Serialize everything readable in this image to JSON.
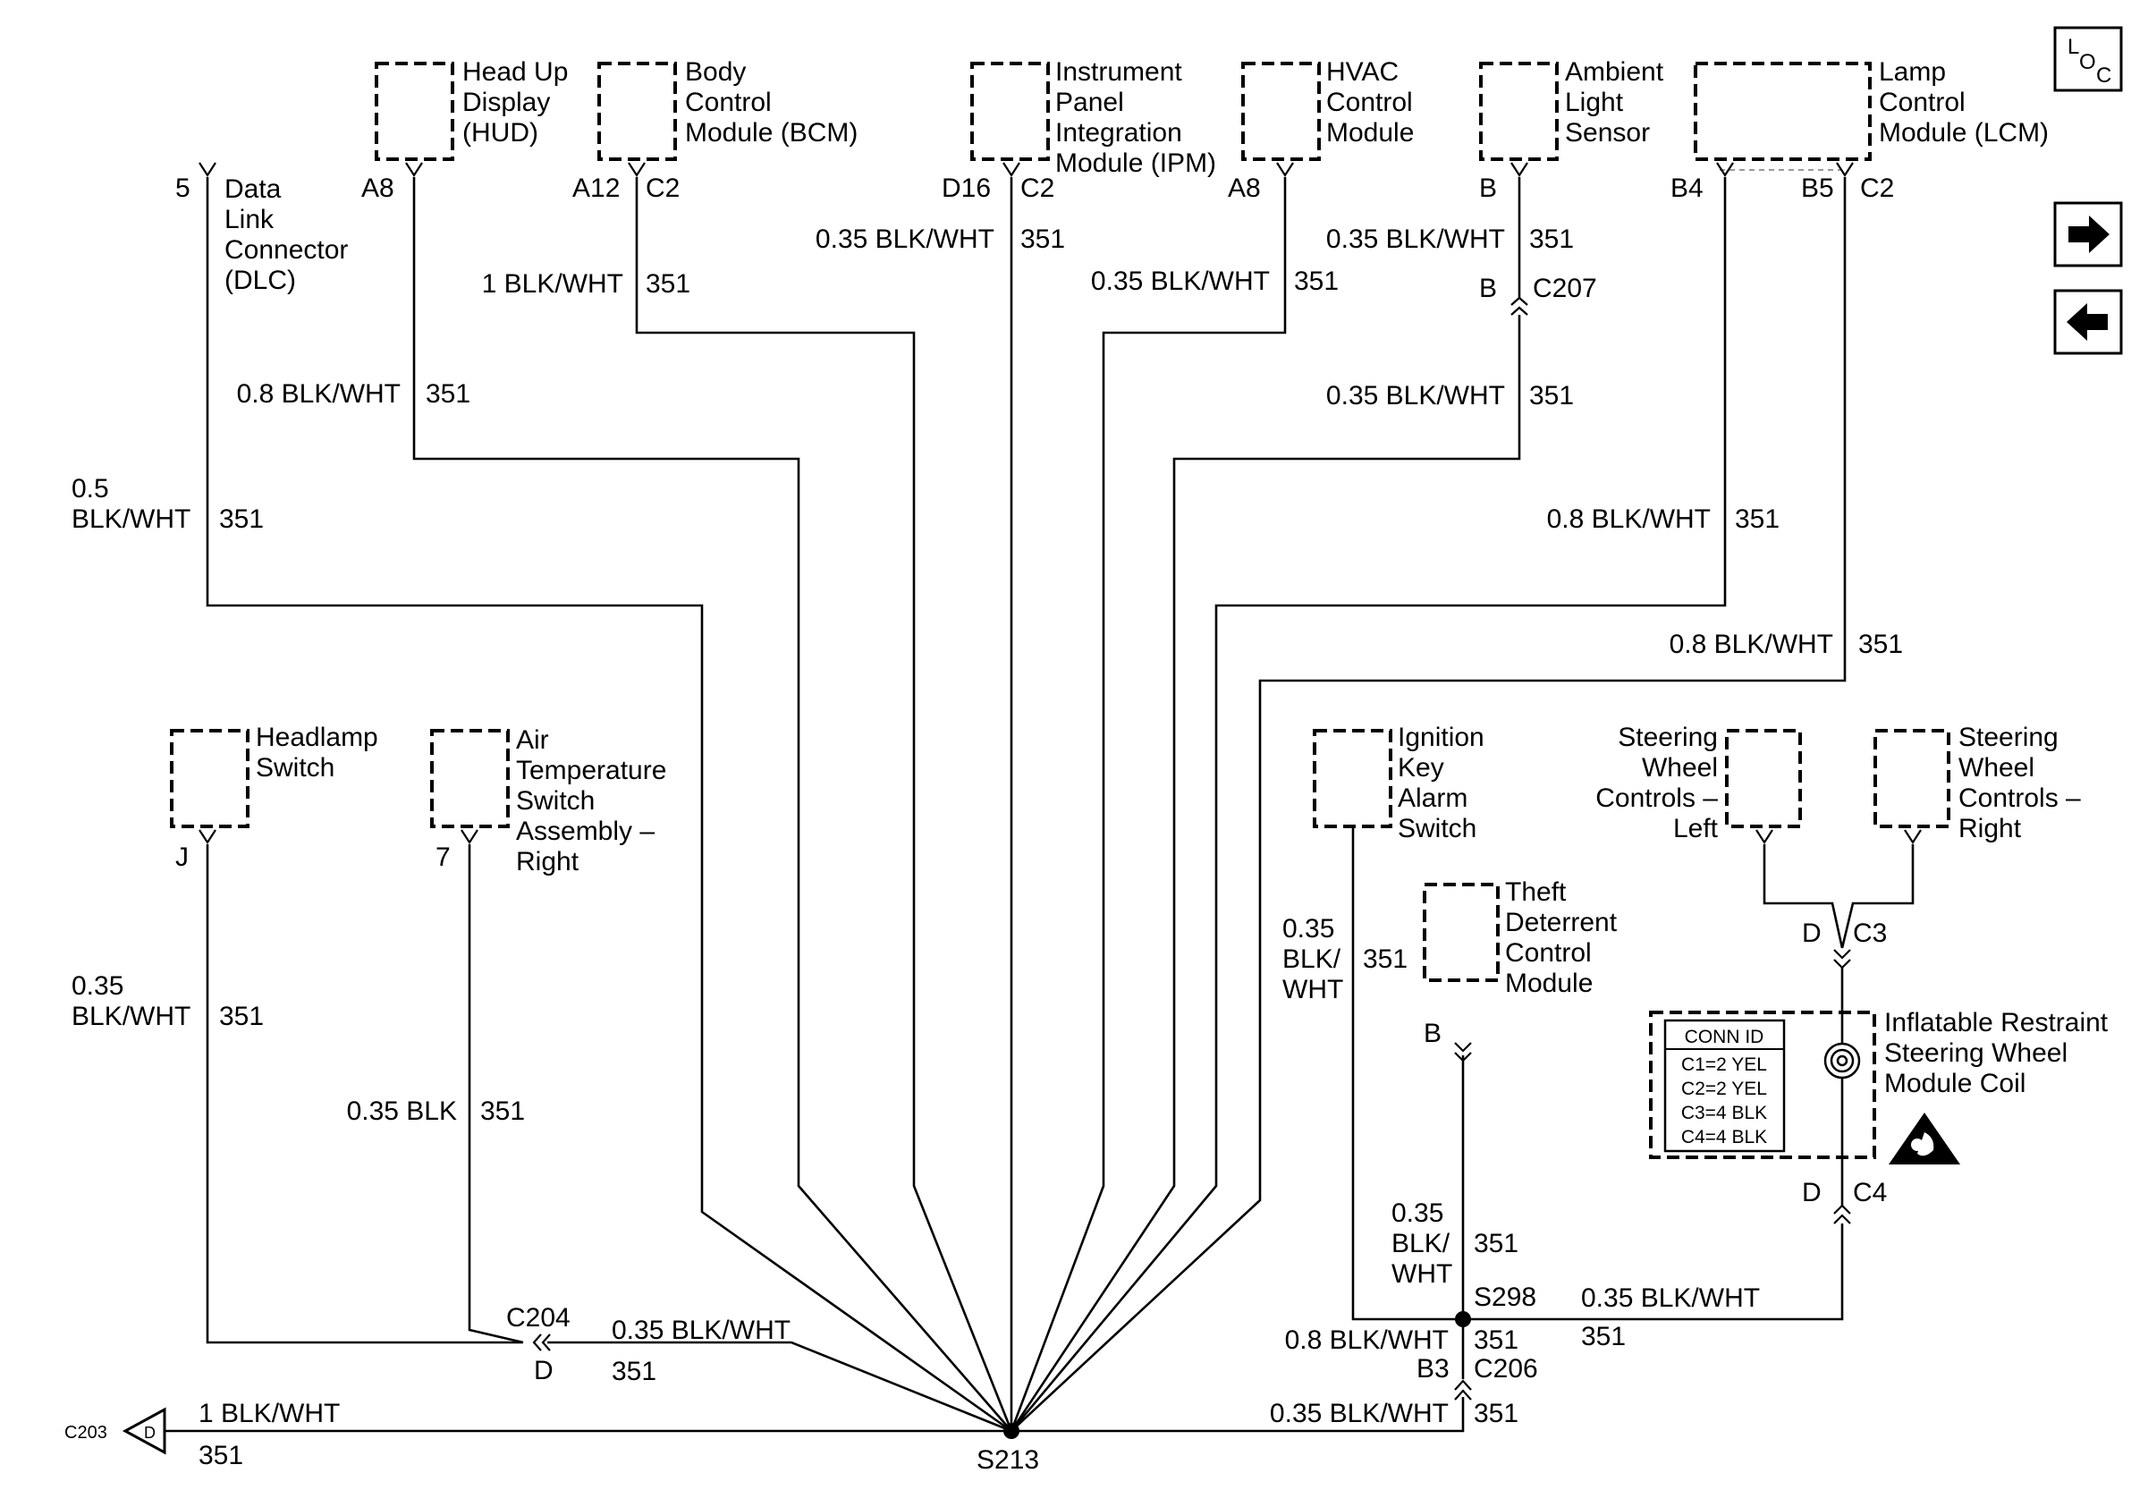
{
  "components": {
    "hud": "Head Up|Display|(HUD)",
    "bcm": "Body|Control|Module (BCM)",
    "ipm": "Instrument|Panel|Integration|Module (IPM)",
    "hvac": "HVAC|Control|Module",
    "ambient": "Ambient|Light|Sensor",
    "lcm": "Lamp|Control|Module (LCM)",
    "dlc": "Data|Link|Connector|(DLC)",
    "headlamp": "Headlamp|Switch",
    "airtemp": "Air|Temperature|Switch|Assembly –|Right",
    "ignition": "Ignition|Key|Alarm|Switch",
    "theft": "Theft|Deterrent|Control|Module",
    "swc_left": "Steering|Wheel|Controls –|Left",
    "swc_right": "Steering|Wheel|Controls –|Right",
    "inflatable": "Inflatable Restraint|Steering Wheel|Module Coil"
  },
  "pins": {
    "dlc": "5",
    "hud": "A8",
    "bcm_pin": "A12",
    "bcm_conn": "C2",
    "ipm_pin": "D16",
    "ipm_conn": "C2",
    "hvac": "A8",
    "ambient": "B",
    "c207_pin": "B",
    "c207": "C207",
    "lcm_b4": "B4",
    "lcm_b5": "B5",
    "lcm_conn": "C2",
    "headlamp": "J",
    "airtemp": "7",
    "theft": "B",
    "c3_pin": "D",
    "c3": "C3",
    "c4_pin": "D",
    "c4": "C4",
    "c204": "C204",
    "c204_pin": "D",
    "c206_pin": "B3",
    "c206": "C206",
    "c203": "C203",
    "c203_pin": "D"
  },
  "wires": {
    "dlc_size": "0.5",
    "dlc_color": "BLK/WHT",
    "dlc_circuit": "351",
    "hud_label": "0.8 BLK/WHT",
    "hud_circuit": "351",
    "bcm_label": "1 BLK/WHT",
    "bcm_circuit": "351",
    "ipm_label": "0.35 BLK/WHT",
    "ipm_circuit": "351",
    "hvac_label": "0.35 BLK/WHT",
    "hvac_circuit": "351",
    "ambient_top_label": "0.35 BLK/WHT",
    "ambient_top_circuit": "351",
    "ambient_bot_label": "0.35 BLK/WHT",
    "ambient_bot_circuit": "351",
    "lcm_b4_label": "0.8 BLK/WHT",
    "lcm_b4_circuit": "351",
    "lcm_b5_label": "0.8 BLK/WHT",
    "lcm_b5_circuit": "351",
    "headlamp_size": "0.35",
    "headlamp_color": "BLK/WHT",
    "headlamp_circuit": "351",
    "airtemp_label": "0.35 BLK",
    "airtemp_circuit": "351",
    "c204_label": "0.35 BLK/WHT",
    "c204_circuit": "351",
    "c203_label": "1 BLK/WHT",
    "c203_circuit": "351",
    "ignition_size": "0.35",
    "ignition_color1": "BLK/",
    "ignition_color2": "WHT",
    "ignition_circuit": "351",
    "theft_size": "0.35",
    "theft_color1": "BLK/",
    "theft_color2": "WHT",
    "theft_circuit": "351",
    "s298_right_label": "0.35 BLK/WHT",
    "s298_right_circuit": "351",
    "s298_down_label": "0.8 BLK/WHT",
    "s298_down_circuit": "351",
    "c206_label": "0.35 BLK/WHT",
    "c206_circuit": "351"
  },
  "splices": {
    "s213": "S213",
    "s298": "S298"
  },
  "conn_id": {
    "title": "CONN ID",
    "rows": [
      "C1=2 YEL",
      "C2=2 YEL",
      "C3=4 BLK",
      "C4=4 BLK"
    ]
  },
  "nav": {
    "loc_l": "L",
    "loc_o": "O",
    "loc_c": "C"
  },
  "icons": {
    "forward": "right-arrow-icon",
    "back": "left-arrow-icon",
    "airbag": "airbag-warning-icon",
    "coil": "clockspring-coil-icon"
  }
}
